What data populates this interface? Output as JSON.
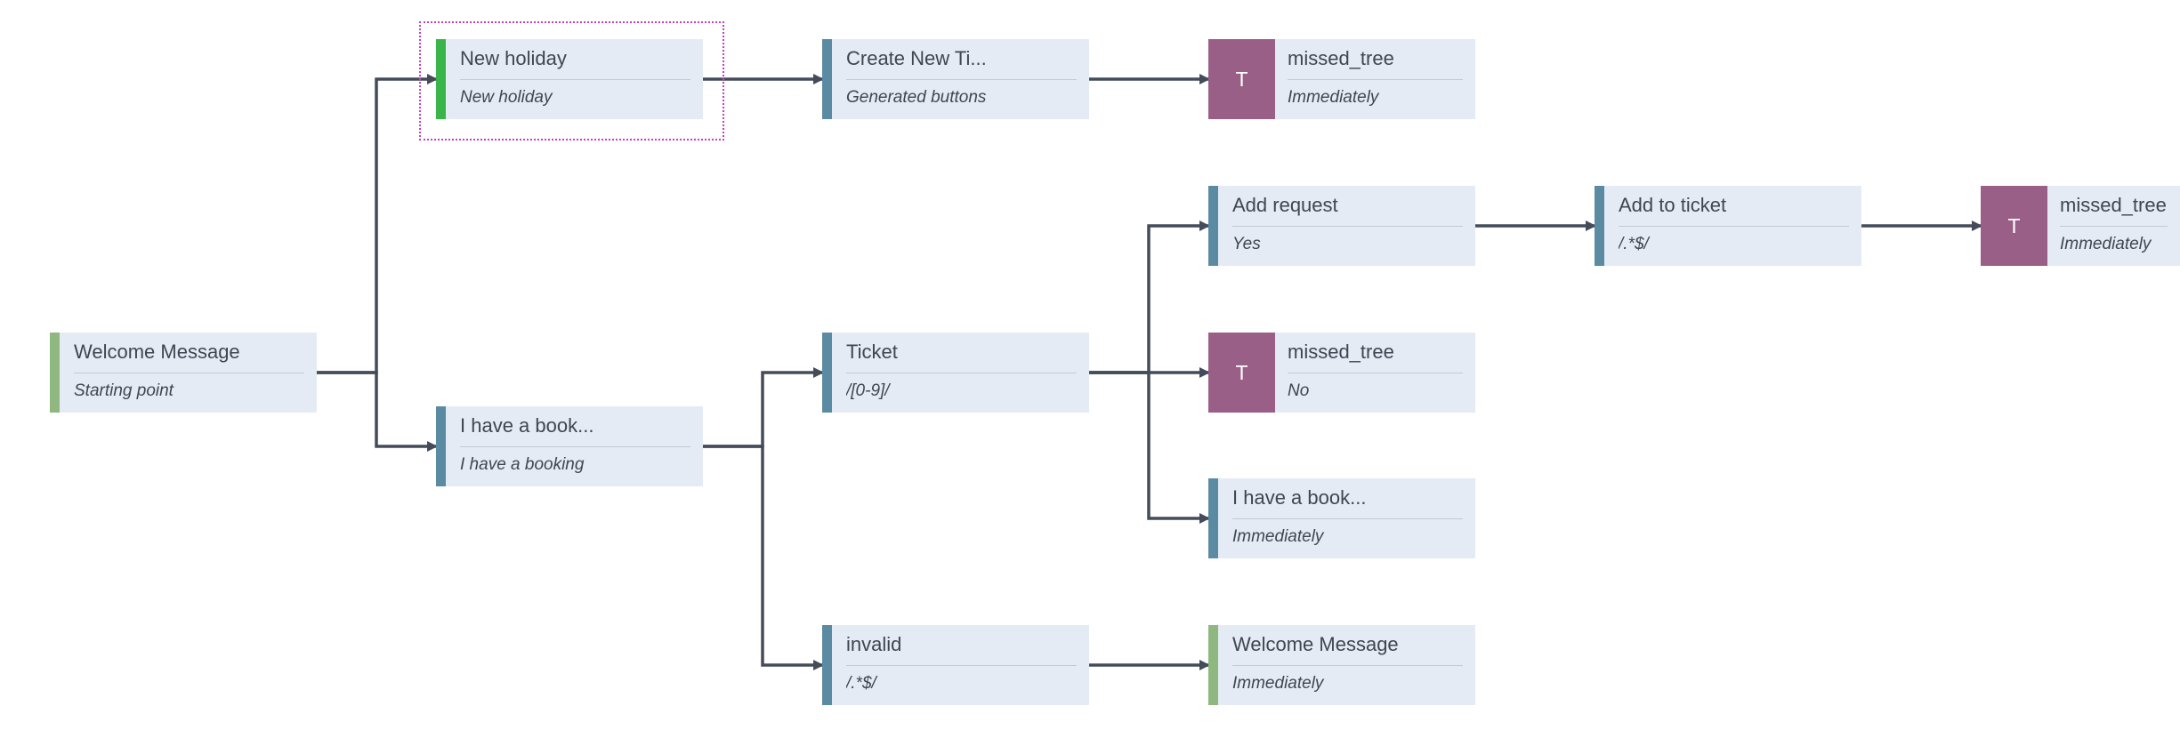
{
  "colors": {
    "card_bg": "#e5ebf4",
    "step_bar": "#5b8aa3",
    "start_bar": "#8fb880",
    "selected_bar": "#3ab54a",
    "terminal_tile": "#9a5f86",
    "edge": "#444c5a",
    "selection_outline": "#c23fc2"
  },
  "nodes": {
    "welcome": {
      "title": "Welcome Message",
      "subtitle": "Starting point"
    },
    "new_holiday": {
      "title": "New holiday",
      "subtitle": "New holiday"
    },
    "have_booking": {
      "title": "I have a book...",
      "subtitle": "I have a booking"
    },
    "create_ticket": {
      "title": "Create New Ti...",
      "subtitle": "Generated buttons"
    },
    "missed_tree_1": {
      "tile": "T",
      "title": "missed_tree",
      "subtitle": "Immediately"
    },
    "ticket": {
      "title": "Ticket",
      "subtitle": "/[0-9]/"
    },
    "add_request": {
      "title": "Add request",
      "subtitle": "Yes"
    },
    "add_to_ticket": {
      "title": "Add to ticket",
      "subtitle": "/.*$/"
    },
    "missed_tree_3": {
      "tile": "T",
      "title": "missed_tree",
      "subtitle": "Immediately"
    },
    "missed_tree_2": {
      "tile": "T",
      "title": "missed_tree",
      "subtitle": "No"
    },
    "have_booking_2": {
      "title": "I have a book...",
      "subtitle": "Immediately"
    },
    "invalid": {
      "title": "invalid",
      "subtitle": "/.*$/"
    },
    "welcome_2": {
      "title": "Welcome Message",
      "subtitle": "Immediately"
    }
  },
  "edges": [
    {
      "from": "welcome",
      "to": "new_holiday"
    },
    {
      "from": "welcome",
      "to": "have_booking"
    },
    {
      "from": "new_holiday",
      "to": "create_ticket"
    },
    {
      "from": "create_ticket",
      "to": "missed_tree_1"
    },
    {
      "from": "have_booking",
      "to": "ticket"
    },
    {
      "from": "have_booking",
      "to": "invalid"
    },
    {
      "from": "ticket",
      "to": "add_request"
    },
    {
      "from": "ticket",
      "to": "missed_tree_2"
    },
    {
      "from": "ticket",
      "to": "have_booking_2"
    },
    {
      "from": "add_request",
      "to": "add_to_ticket"
    },
    {
      "from": "add_to_ticket",
      "to": "missed_tree_3"
    },
    {
      "from": "invalid",
      "to": "welcome_2"
    }
  ],
  "selected_node": "new_holiday"
}
